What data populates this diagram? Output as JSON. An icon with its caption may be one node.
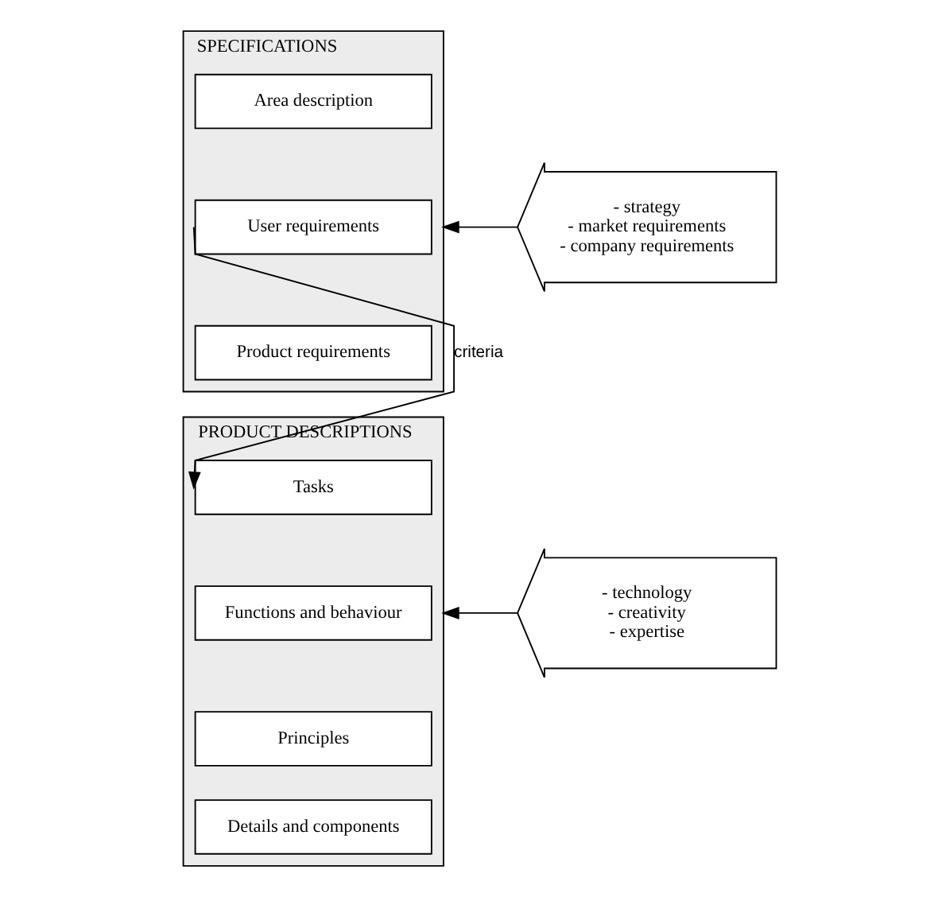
{
  "diagram": {
    "nodes": [
      {
        "text": [
          "SPECIFICATIONS"
        ]
      },
      {
        "text": [
          "Area description"
        ],
        "in": 0
      },
      {
        "text": [
          "User requirements"
        ],
        "in": 0
      },
      {
        "text": [
          "Product requirements"
        ],
        "in": 0
      },
      {
        "text": [
          "PRODUCT DESCRIPTIONS"
        ]
      },
      {
        "text": [
          "Tasks"
        ],
        "in": 4
      },
      {
        "text": [
          "Functions and behaviour"
        ],
        "in": 4
      },
      {
        "text": [
          "Principles"
        ],
        "in": 4
      },
      {
        "text": [
          "Details and components"
        ],
        "in": 4
      },
      {
        "text": [
          "- strategy",
          "- market requirements",
          "- company requirements"
        ]
      },
      {
        "text": [
          "- technology",
          "- creativity",
          "- expertise"
        ]
      }
    ],
    "edges": [
      {
        "from": 9,
        "to": 0,
        "arrow": "to"
      },
      {
        "from": 10,
        "to": 4,
        "arrow": "to"
      },
      {
        "from": 2,
        "to": 5,
        "label": "criteria",
        "arrow": "to"
      }
    ]
  }
}
